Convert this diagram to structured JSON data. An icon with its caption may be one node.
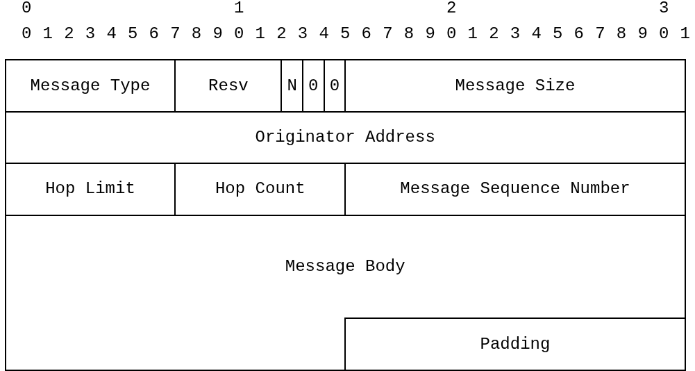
{
  "diagram": {
    "nodes": [
      {
        "text": [
          "Message Type"
        ]
      },
      {
        "text": [
          "Resv"
        ]
      },
      {
        "text": [
          "N"
        ]
      },
      {
        "text": [
          "0"
        ]
      },
      {
        "text": [
          "0"
        ]
      },
      {
        "text": [
          "Message Size"
        ]
      },
      {
        "text": [
          "Originator Address"
        ]
      },
      {
        "text": [
          "Hop Limit"
        ]
      },
      {
        "text": [
          "Hop Count"
        ]
      },
      {
        "text": [
          "Message Sequence Number"
        ]
      },
      {
        "text": [
          "Message Body"
        ]
      },
      {
        "text": [
          "Padding"
        ],
        "in": 10
      }
    ],
    "labels": [
      "0",
      "1",
      "2",
      "3",
      "0",
      "1",
      "2",
      "3",
      "4",
      "5",
      "6",
      "7",
      "8",
      "9",
      "0",
      "1",
      "2",
      "3",
      "4",
      "5",
      "6",
      "7",
      "8",
      "9",
      "0",
      "1",
      "2",
      "3",
      "4",
      "5",
      "6",
      "7",
      "8",
      "9",
      "0",
      "1"
    ]
  }
}
